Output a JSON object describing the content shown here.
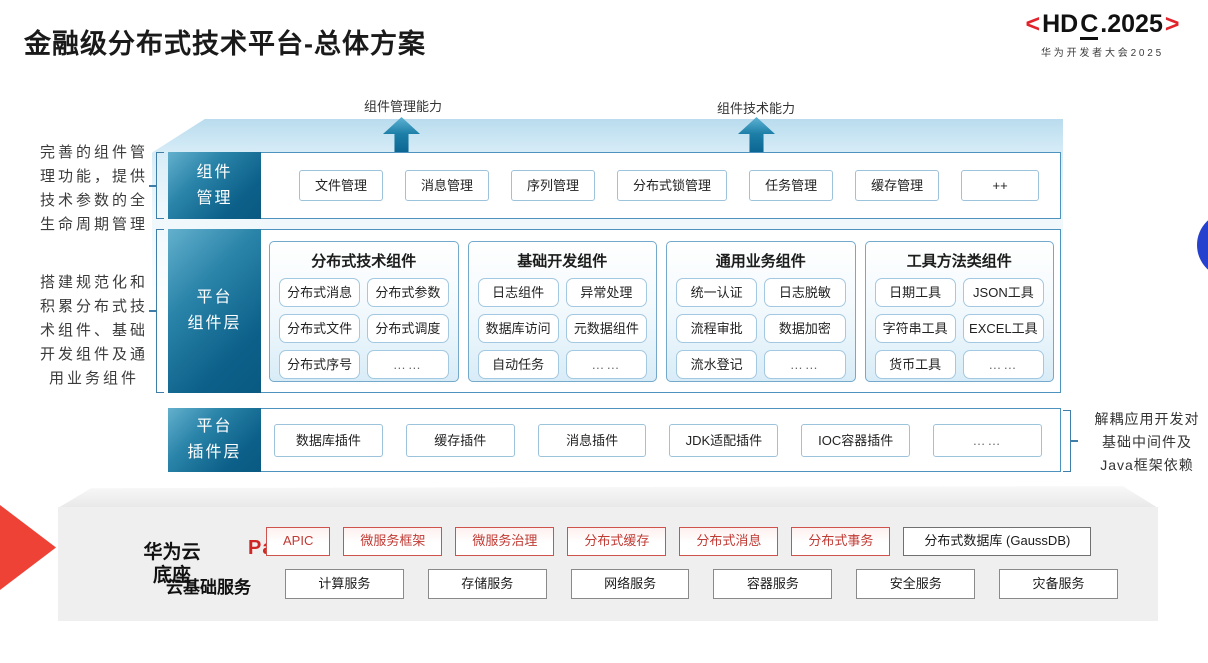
{
  "page": {
    "title": "金融级分布式技术平台-总体方案"
  },
  "logo": {
    "angle_left": "<",
    "name_pre": "HD",
    "name_underlined": "C",
    "name_post": ".2025",
    "angle_right": ">",
    "subtitle": "华为开发者大会2025"
  },
  "capabilities": {
    "management_label": "组件管理能力",
    "technical_label": "组件技术能力"
  },
  "side_notes": {
    "left_top": "完善的组件管\n理功能，提供\n技术参数的全\n生命周期管理",
    "left_bottom": "搭建规范化和\n积累分布式技\n术组件、基础\n开发组件及通\n用业务组件",
    "right": "解耦应用开发对\n基础中间件及\nJava框架依赖"
  },
  "component_management": {
    "label": "组件\n管理",
    "items": [
      "文件管理",
      "消息管理",
      "序列管理",
      "分布式锁管理",
      "任务管理",
      "缓存管理",
      "++"
    ]
  },
  "platform_components": {
    "label": "平台\n组件层",
    "groups": [
      {
        "title": "分布式技术组件",
        "items": [
          "分布式消息",
          "分布式参数",
          "分布式文件",
          "分布式调度",
          "分布式序号",
          "……"
        ]
      },
      {
        "title": "基础开发组件",
        "items": [
          "日志组件",
          "异常处理",
          "数据库访问",
          "元数据组件",
          "自动任务",
          "……"
        ]
      },
      {
        "title": "通用业务组件",
        "items": [
          "统一认证",
          "日志脱敏",
          "流程审批",
          "数据加密",
          "流水登记",
          "……"
        ]
      },
      {
        "title": "工具方法类组件",
        "items": [
          "日期工具",
          "JSON工具",
          "字符串工具",
          "EXCEL工具",
          "货币工具",
          "……"
        ]
      }
    ]
  },
  "platform_plugins": {
    "label": "平台\n插件层",
    "items": [
      "数据库插件",
      "缓存插件",
      "消息插件",
      "JDK适配插件",
      "IOC容器插件",
      "……"
    ]
  },
  "cloud_base": {
    "title": "华为云\n底座",
    "paas_label": "PaaS",
    "paas_items": [
      "APIC",
      "微服务框架",
      "微服务治理",
      "分布式缓存",
      "分布式消息",
      "分布式事务"
    ],
    "paas_db_item": "分布式数据库 (GaussDB)",
    "iaas_label": "云基础服务",
    "iaas_items": [
      "计算服务",
      "存储服务",
      "网络服务",
      "容器服务",
      "安全服务",
      "灾备服务"
    ]
  },
  "colors": {
    "accent_red": "#e2232c",
    "teal_dark": "#0a5a82",
    "teal_light": "#63b0cd",
    "row_border_blue": "#4e93bd",
    "panel_gray": "#efefef",
    "circle_blue": "#2541ce",
    "paas_red": "#cf2723"
  }
}
